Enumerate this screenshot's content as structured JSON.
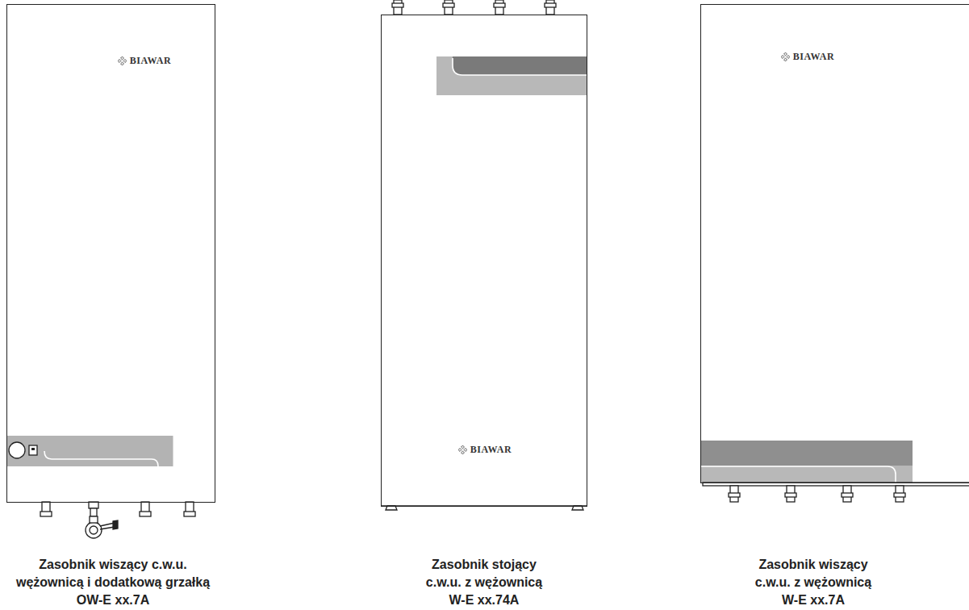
{
  "diagram": {
    "nodes": [
      {
        "text": [
          "BIAWAR"
        ]
      },
      {
        "text": [
          "BIAWAR"
        ]
      },
      {
        "text": [
          "BIAWAR"
        ]
      }
    ],
    "labels": [
      "Zasobnik wiszący c.w.u.",
      "wężownicą i dodatkową grzałką",
      "OW-E xx.7A",
      "Zasobnik stojący",
      "c.w.u. z wężownicą",
      "W-E xx.74A",
      "Zasobnik wiszący",
      "c.w.u. z wężownicą",
      "W-E xx.7A"
    ]
  }
}
